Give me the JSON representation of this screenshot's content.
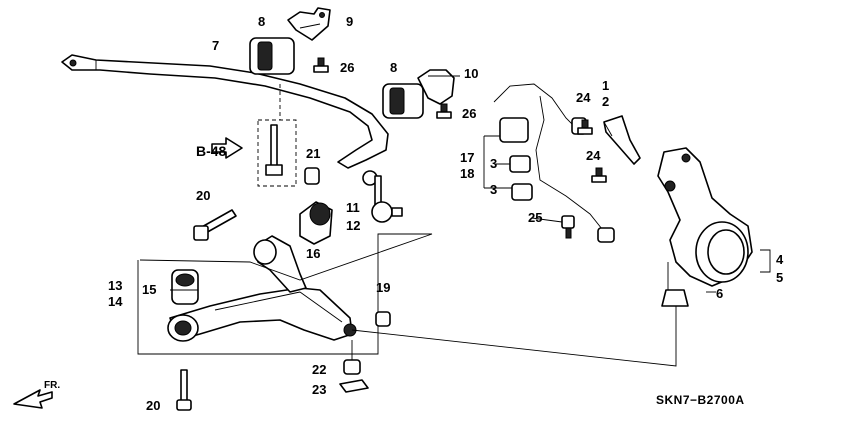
{
  "callouts": [
    {
      "id": "c1",
      "text": "1"
    },
    {
      "id": "c2",
      "text": "2"
    },
    {
      "id": "c3a",
      "text": "3"
    },
    {
      "id": "c3b",
      "text": "3"
    },
    {
      "id": "c4",
      "text": "4"
    },
    {
      "id": "c5",
      "text": "5"
    },
    {
      "id": "c6",
      "text": "6"
    },
    {
      "id": "c7",
      "text": "7"
    },
    {
      "id": "c8a",
      "text": "8"
    },
    {
      "id": "c8b",
      "text": "8"
    },
    {
      "id": "c9",
      "text": "9"
    },
    {
      "id": "c10",
      "text": "10"
    },
    {
      "id": "c11",
      "text": "11"
    },
    {
      "id": "c12",
      "text": "12"
    },
    {
      "id": "c13",
      "text": "13"
    },
    {
      "id": "c14",
      "text": "14"
    },
    {
      "id": "c15",
      "text": "15"
    },
    {
      "id": "c16",
      "text": "16"
    },
    {
      "id": "c17",
      "text": "17"
    },
    {
      "id": "c18",
      "text": "18"
    },
    {
      "id": "c19",
      "text": "19"
    },
    {
      "id": "c20a",
      "text": "20"
    },
    {
      "id": "c20b",
      "text": "20"
    },
    {
      "id": "c21",
      "text": "21"
    },
    {
      "id": "c22",
      "text": "22"
    },
    {
      "id": "c23",
      "text": "23"
    },
    {
      "id": "c24a",
      "text": "24"
    },
    {
      "id": "c24b",
      "text": "24"
    },
    {
      "id": "c25",
      "text": "25"
    },
    {
      "id": "c26a",
      "text": "26"
    },
    {
      "id": "c26b",
      "text": "26"
    }
  ],
  "page_reference": "B-48",
  "front_indicator": "FR.",
  "diagram_code": "SKN7−B2700A"
}
